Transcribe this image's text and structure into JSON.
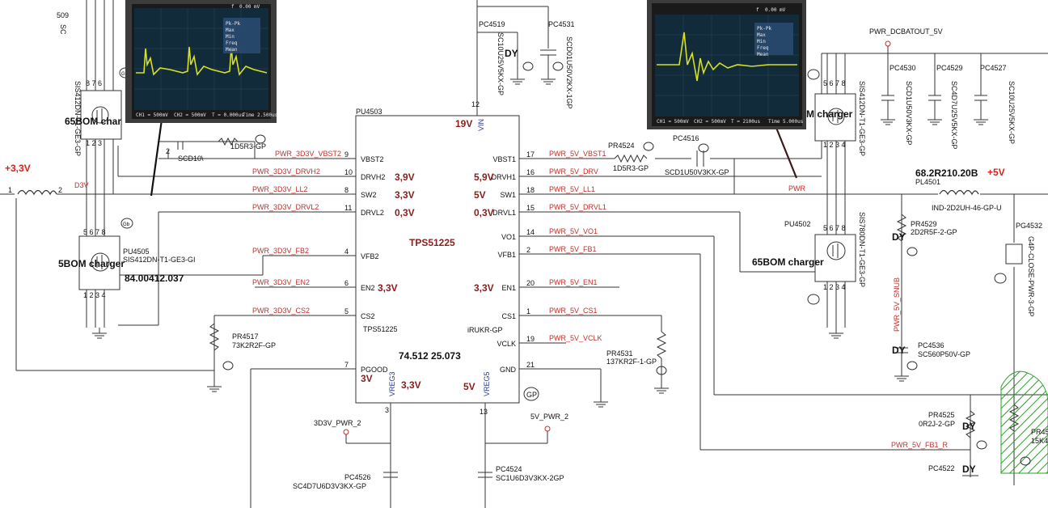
{
  "ic": {
    "ref": "PU4503",
    "name": "TPS51225",
    "name_small": "TPS51225",
    "part_no": "74.512 25.073",
    "gp_suffix": "iRUKR-GP",
    "vin_voltage": "19V",
    "left_pins": [
      {
        "num": "9",
        "name": "VBST2",
        "net": "PWR_3D3V_VBST2",
        "volt": ""
      },
      {
        "num": "10",
        "name": "DRVH2",
        "net": "PWR_3D3V_DRVH2",
        "volt": "3,9V"
      },
      {
        "num": "8",
        "name": "SW2",
        "net": "PWR_3D3V_LL2",
        "volt": "3,3V"
      },
      {
        "num": "11",
        "name": "DRVL2",
        "net": "PWR_3D3V_DRVL2",
        "volt": "0,3V"
      },
      {
        "num": "4",
        "name": "VFB2",
        "net": "PWR_3D3V_FB2",
        "volt": ""
      },
      {
        "num": "6",
        "name": "EN2",
        "net": "PWR_3D3V_EN2",
        "volt": "3,3V"
      },
      {
        "num": "5",
        "name": "CS2",
        "net": "PWR_3D3V_CS2",
        "volt": ""
      },
      {
        "num": "7",
        "name": "PGOOD",
        "net": "",
        "volt": "3V"
      }
    ],
    "right_pins": [
      {
        "num": "17",
        "name": "VBST1",
        "net": "PWR_5V_VBST1",
        "volt": ""
      },
      {
        "num": "16",
        "name": "DRVH1",
        "net": "PWR_5V_DRV",
        "volt": "5,9V"
      },
      {
        "num": "18",
        "name": "SW1",
        "net": "PWR_5V_LL1",
        "volt": "5V"
      },
      {
        "num": "15",
        "name": "DRVL1",
        "net": "PWR_5V_DRVL1",
        "volt": "0,3V"
      },
      {
        "num": "14",
        "name": "VO1",
        "net": "PWR_5V_VO1",
        "volt": ""
      },
      {
        "num": "2",
        "name": "VFB1",
        "net": "PWR_5V_FB1",
        "volt": ""
      },
      {
        "num": "20",
        "name": "EN1",
        "net": "PWR_5V_EN1",
        "volt": "3,3V"
      },
      {
        "num": "1",
        "name": "CS1",
        "net": "PWR_5V_CS1",
        "volt": ""
      },
      {
        "num": "19",
        "name": "VCLK",
        "net": "PWR_5V_VCLK",
        "volt": ""
      },
      {
        "num": "21",
        "name": "GND",
        "net": "",
        "volt": ""
      }
    ],
    "vin_pin": {
      "num": "12",
      "name": "VIN"
    },
    "vreg3": {
      "num": "3",
      "name": "VREG3",
      "volt": "3,3V"
    },
    "vreg5": {
      "num": "13",
      "name": "VREG5",
      "volt": "5V"
    }
  },
  "labels": {
    "rail_left": "+3,3V",
    "rail_right": "+5V",
    "d3v": "D3V",
    "pwr": "PWR",
    "pwr_dcbatout": "PWR_DCBATOUT_5V",
    "charger_tl": "65BOM char",
    "charger_bl": "5BOM charger",
    "charger_tr": "M charger",
    "charger_br": "65BOM charger",
    "pu4505": "PU4505",
    "pu4505_part": "SIS412DN-T1-GE3-GI",
    "pu4505_code": "84.00412.037",
    "pu4502": "PU4502",
    "mosfet_tl_vert": "SIS412DN-T1-GE3-GP",
    "mosfet_tr_vert": "SIS412DN-T1-GE3-GP",
    "mosfet_br_vert": "SIS780DN-T1-GE3-GP",
    "pl4501": "PL4501",
    "pl4501_val": "68.2R210.20B",
    "pl4501_part": "IND-2D2UH-46-GP-U",
    "pr4529": "PR4529",
    "pr4529_val": "2D2R5F-2-GP",
    "pg4532": "PG4532",
    "pg4532_part": "G4P-CLOSE-PWR-3-GP",
    "pwr_5v_snub": "PWR_5V_SNUB",
    "pc4536": "PC4536",
    "pc4536_val": "SC560P50V-GP",
    "pr4525": "PR4525",
    "pr4525_val": "0R2J-2-GP",
    "pwr_5v_fb1_r": "PWR_5V_FB1_R",
    "pc4522": "PC4522",
    "pr45_cut": "PR45",
    "pr45_val_cut": "15K4",
    "pr4524": "PR4524",
    "pr4524_val": "1D5R3-GP",
    "pc4516": "PC4516",
    "pc4516_val": "SCD1U50V3KX-GP",
    "pr4531": "PR4531",
    "pr4531_val": "137KR2F-1-GP",
    "pr4517": "PR4517",
    "pr4517_val": "73K2R2F-GP",
    "left_r_val": "1D5R3-GP",
    "left_c_val": "SCD10\\",
    "pc4519": "PC4519",
    "pc4519_vert": "SC10U25V5KX-GP",
    "pc4531": "PC4531",
    "pc4531_vert": "SCD01U50V2KX-1GP",
    "pc4530": "PC4530",
    "pc4530_vert": "SCD1U50V3KX-GP",
    "pc4529": "PC4529",
    "pc4529_vert": "SC4D7U25V5KX-GP",
    "pc4527": "PC4527",
    "pc4527_vert": "SC10U25V5KX-GP",
    "pc4526": "PC4526",
    "pc4526_val": "SC4D7U6D3V3KX-GP",
    "pc4524": "PC4524",
    "pc4524_val": "SC1U6D3V3KX-2GP",
    "net_3d3v_pwr2": "3D3V_PWR_2",
    "net_5v_pwr2": "5V_PWR_2",
    "dy": "DY",
    "gp": "GP",
    "sc": "SC",
    "n509": "509"
  },
  "scope_left": {
    "ch1": "CH1 = 500mV",
    "ch2": "CH2 = 500mV",
    "time": "T = 0.000us",
    "tdiv": "Time 2.500us",
    "f_label": "f",
    "top": "0.00 mV",
    "readout": [
      "Pk-Pk",
      "Max",
      "Min",
      "Freq",
      "Mean"
    ]
  },
  "scope_right": {
    "ch1": "CH1 = 500mV",
    "ch2": "CH2 = 500mV",
    "time": "T = 2100us",
    "tdiv": "Time 5.000us",
    "f_label": "f",
    "top": "0.00 mV",
    "readout": [
      "Pk-Pk",
      "Max",
      "Min",
      "Freq",
      "Mean"
    ]
  },
  "colors": {
    "scope_wave": "#d8e020",
    "net_red": "#c0302b",
    "volt_red": "#8b1d1d",
    "rail_red": "#e0201a",
    "hatch_green": "#2aa02a"
  }
}
